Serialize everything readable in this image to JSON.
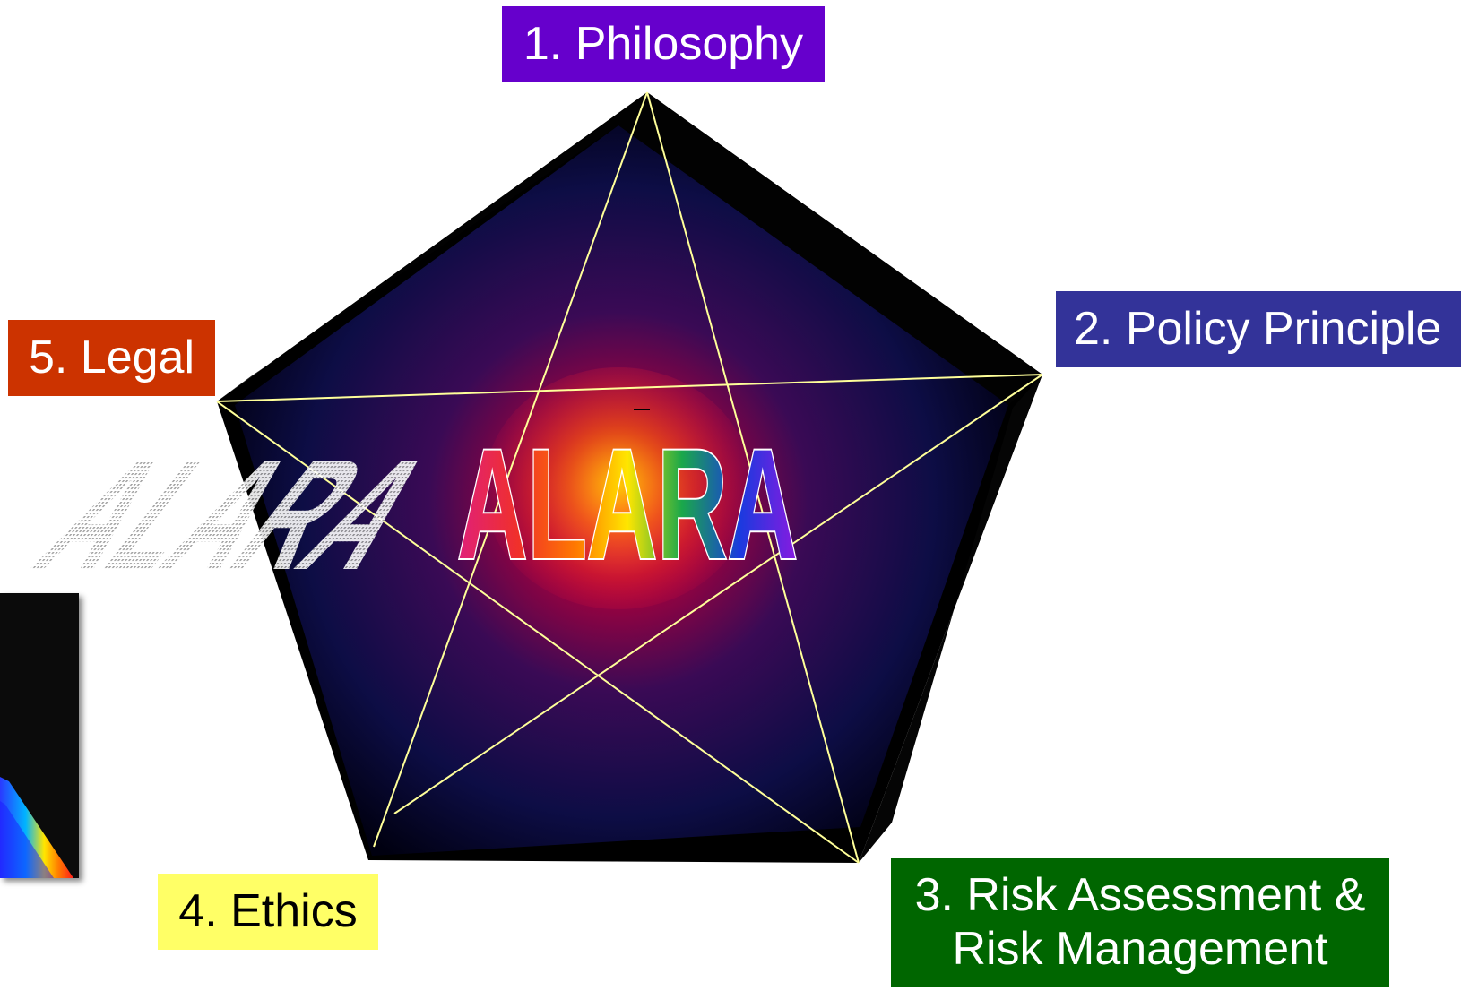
{
  "diagram": {
    "center_title": "ALARA",
    "labels": [
      {
        "id": "philosophy",
        "text": "1. Philosophy",
        "color": "#6600cc"
      },
      {
        "id": "policy",
        "text": "2. Policy Principle",
        "color": "#333399"
      },
      {
        "id": "risk",
        "lines": [
          "3. Risk Assessment &",
          "Risk Management"
        ],
        "color": "#006600"
      },
      {
        "id": "ethics",
        "text": "4. Ethics",
        "color": "#ffff66"
      },
      {
        "id": "legal",
        "text": "5. Legal",
        "color": "#cc3300"
      }
    ],
    "colors": {
      "pentagon_face_center": "#c0003a",
      "pentagon_face_edge": "#0a0a3a",
      "star_lines": "#ffff99",
      "bevel": "#000000"
    }
  }
}
